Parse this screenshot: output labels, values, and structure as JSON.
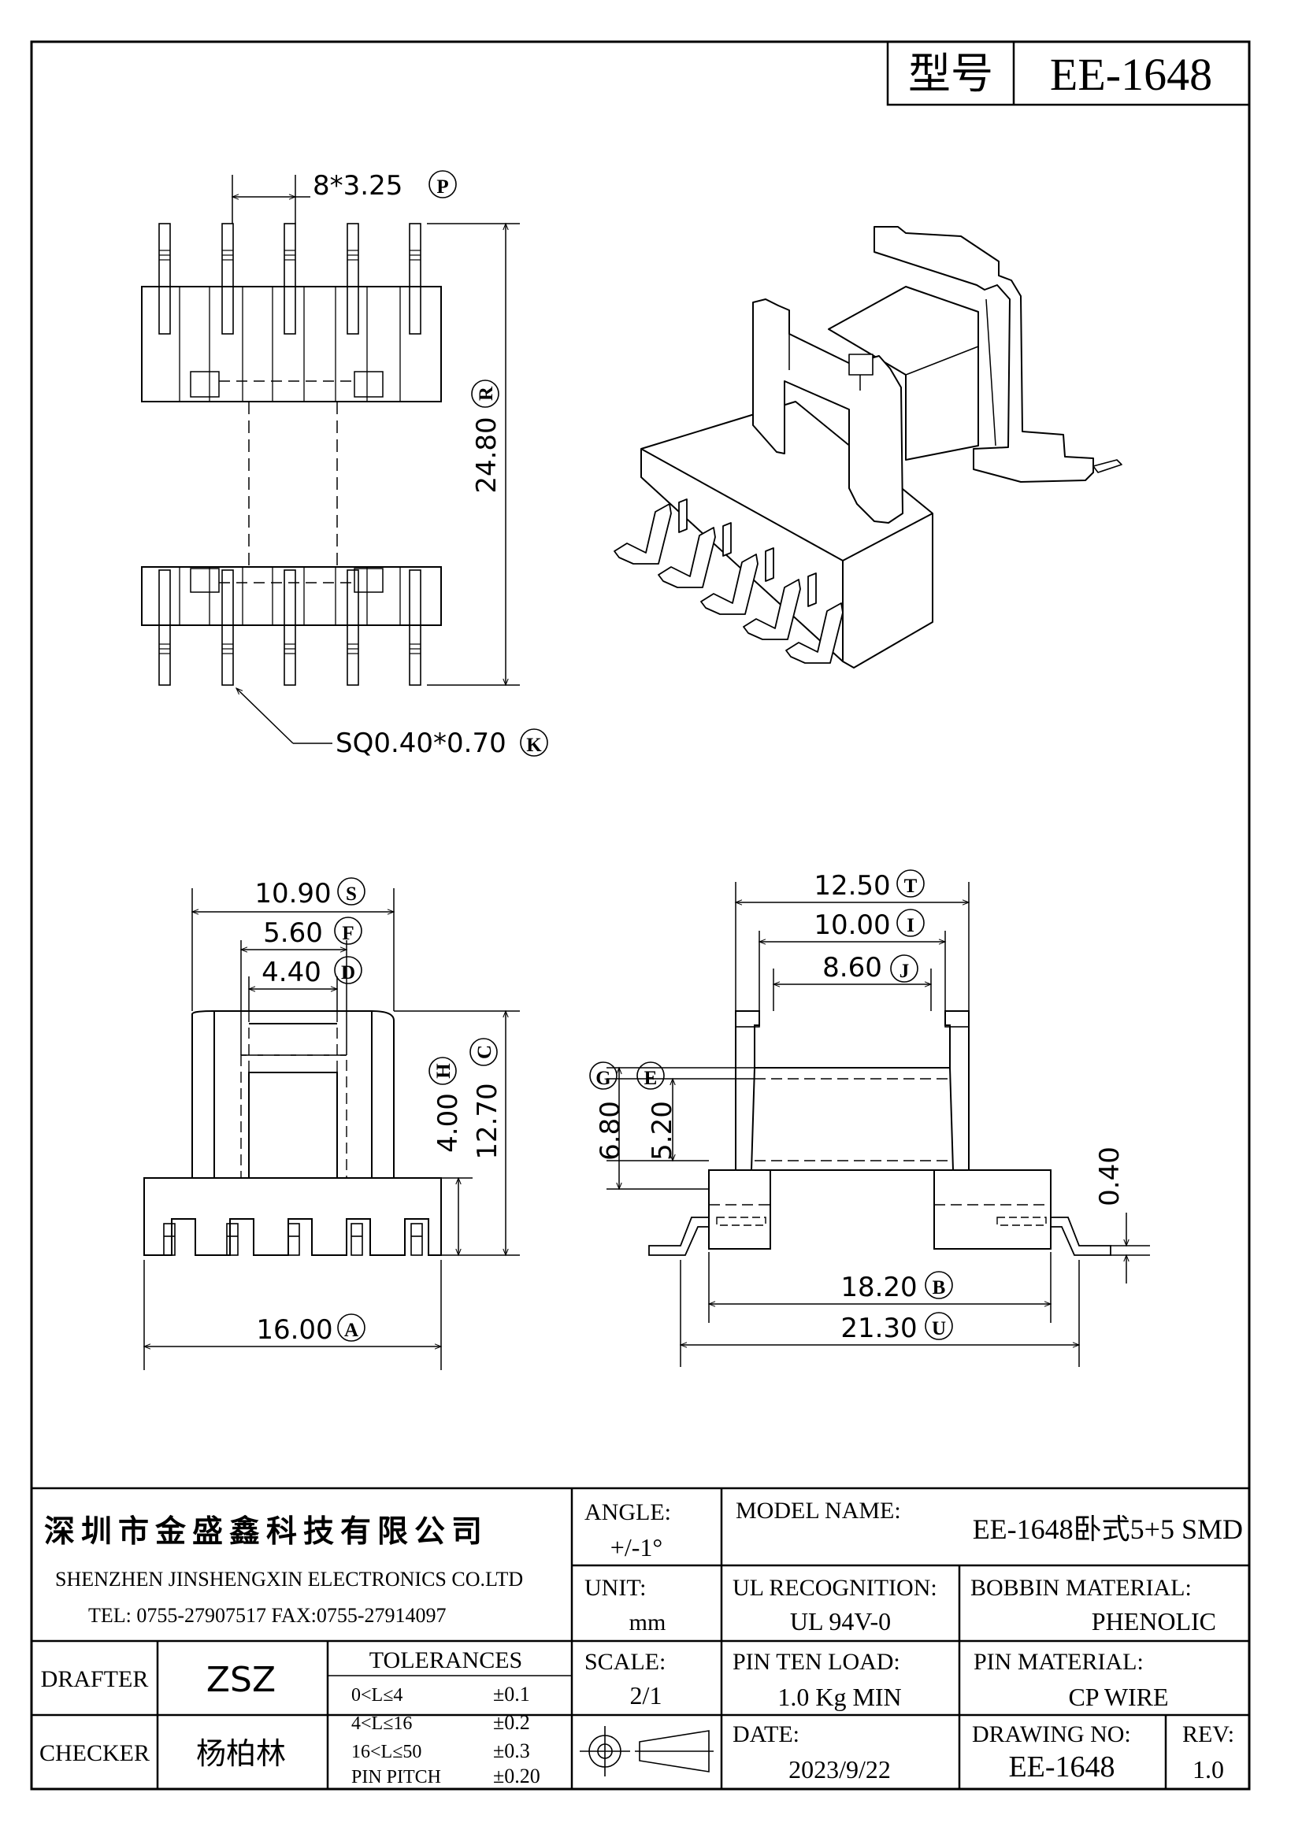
{
  "header": {
    "model_label": "型号",
    "model_value": "EE-1648"
  },
  "dimensions": {
    "P": {
      "value": "8*3.25",
      "code": "P"
    },
    "R": {
      "value": "24.80",
      "code": "R"
    },
    "K": {
      "value": "SQ0.40*0.70",
      "code": "K"
    },
    "S": {
      "value": "10.90",
      "code": "S"
    },
    "F": {
      "value": "5.60",
      "code": "F"
    },
    "D": {
      "value": "4.40",
      "code": "D"
    },
    "H": {
      "value": "4.00",
      "code": "H"
    },
    "C": {
      "value": "12.70",
      "code": "C"
    },
    "A": {
      "value": "16.00",
      "code": "A"
    },
    "T": {
      "value": "12.50",
      "code": "T"
    },
    "I": {
      "value": "10.00",
      "code": "I"
    },
    "J": {
      "value": "8.60",
      "code": "J"
    },
    "G": {
      "value": "6.80",
      "code": "G"
    },
    "E": {
      "value": "5.20",
      "code": "E"
    },
    "thk": {
      "value": "0.40"
    },
    "B": {
      "value": "18.20",
      "code": "B"
    },
    "U": {
      "value": "21.30",
      "code": "U"
    }
  },
  "titleblock": {
    "company_cn": "深圳市金盛鑫科技有限公司",
    "company_en": "SHENZHEN JINSHENGXIN ELECTRONICS CO.LTD",
    "contact": "TEL: 0755-27907517  FAX:0755-27914097",
    "angle_label": "ANGLE:",
    "angle_value": "+/-1°",
    "model_name_label": "MODEL NAME:",
    "model_name_value": "EE-1648卧式5+5 SMD",
    "unit_label": "UNIT:",
    "unit_value": "mm",
    "ul_label": "UL RECOGNITION:",
    "ul_value": "UL 94V-0",
    "bobbin_label": "BOBBIN MATERIAL:",
    "bobbin_value": "PHENOLIC",
    "drafter_label": "DRAFTER",
    "drafter_value": "ZSZ",
    "tolerances_label": "TOLERANCES",
    "tolerances": [
      {
        "range": "0<L≤4",
        "value": "±0.1"
      },
      {
        "range": "4<L≤16",
        "value": "±0.2"
      },
      {
        "range": "16<L≤50",
        "value": "±0.3"
      },
      {
        "range": "PIN PITCH",
        "value": "±0.20"
      }
    ],
    "scale_label": "SCALE:",
    "scale_value": "2/1",
    "pin_load_label": "PIN TEN LOAD:",
    "pin_load_value": "1.0 Kg MIN",
    "pin_material_label": "PIN MATERIAL:",
    "pin_material_value": "CP WIRE",
    "checker_label": "CHECKER",
    "checker_value": "杨柏林",
    "date_label": "DATE:",
    "date_value": "2023/9/22",
    "drawing_no_label": "DRAWING NO:",
    "drawing_no_value": "EE-1648",
    "rev_label": "REV:",
    "rev_value": "1.0"
  }
}
